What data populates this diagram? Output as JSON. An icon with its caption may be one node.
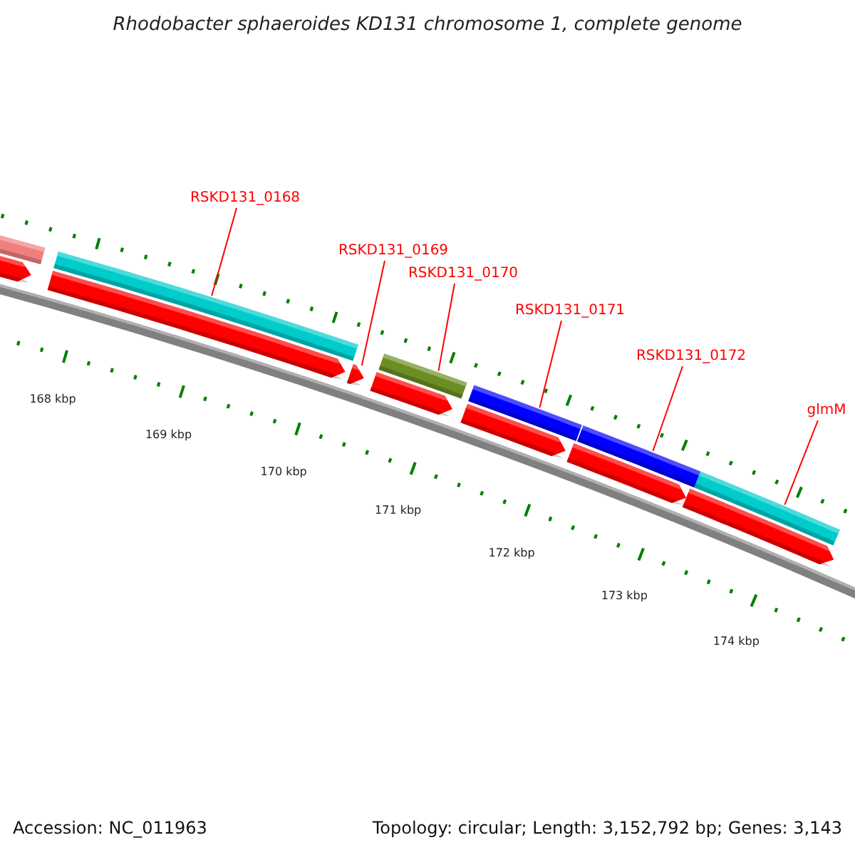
{
  "diagram": {
    "title": "Rhodobacter sphaeroides KD131 chromosome 1, complete genome",
    "nodes": [
      {
        "text": [
          "RSKD131_0168"
        ]
      },
      {
        "text": [
          "RSKD131_0169"
        ]
      },
      {
        "text": [
          "RSKD131_0170"
        ]
      },
      {
        "text": [
          "RSKD131_0171"
        ]
      },
      {
        "text": [
          "RSKD131_0172"
        ]
      },
      {
        "text": [
          "glmM"
        ]
      },
      {
        "text": [],
        "shape": "bar"
      },
      {
        "text": [],
        "shape": "pentagon"
      },
      {
        "text": [],
        "shape": "bar"
      },
      {
        "text": [],
        "shape": "pentagon"
      },
      {
        "text": [],
        "shape": "pentagon"
      },
      {
        "text": [],
        "shape": "bar"
      },
      {
        "text": [],
        "shape": "pentagon"
      },
      {
        "text": [],
        "shape": "bar"
      },
      {
        "text": [],
        "shape": "pentagon"
      },
      {
        "text": [],
        "shape": "bar"
      },
      {
        "text": [],
        "shape": "pentagon"
      },
      {
        "text": [],
        "shape": "bar"
      },
      {
        "text": [],
        "shape": "pentagon"
      }
    ],
    "edges": [
      {
        "from": 0,
        "to": 8,
        "arrow": "none"
      },
      {
        "from": 1,
        "to": 10,
        "arrow": "none"
      },
      {
        "from": 2,
        "to": 11,
        "arrow": "none"
      },
      {
        "from": 3,
        "to": 13,
        "arrow": "none"
      },
      {
        "from": 4,
        "to": 15,
        "arrow": "none"
      },
      {
        "from": 5,
        "to": 17,
        "arrow": "none"
      }
    ],
    "labels": [
      "168 kbp",
      "169 kbp",
      "170 kbp",
      "171 kbp",
      "172 kbp",
      "173 kbp",
      "174 kbp",
      "Accession: NC_011963",
      "Topology: circular; Length: 3,152,792 bp; Genes: 3,143"
    ]
  }
}
